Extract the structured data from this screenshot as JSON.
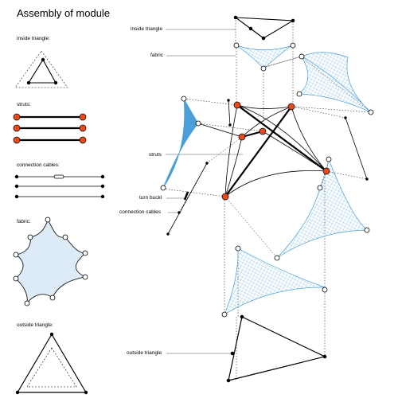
{
  "title": "Assembly of module",
  "legend": {
    "inside_triangle": "inside triangle:",
    "struts": "struts:",
    "connection_cables": "connection cables:",
    "fabric": "fabric:",
    "outside_triangle": "outside triangle:"
  },
  "callouts": {
    "inside_triangle": "inside triangle",
    "fabric": "fabric",
    "struts": "struts",
    "turn_buckle": "turn buckl",
    "connection_cables": "connection cables",
    "outside_triangle": "outside triangle"
  },
  "colors": {
    "strut_joint": "#e8491d",
    "fabric_line": "#4a9fd8",
    "fabric_fill": "#dcebf7",
    "ink": "#000000"
  }
}
